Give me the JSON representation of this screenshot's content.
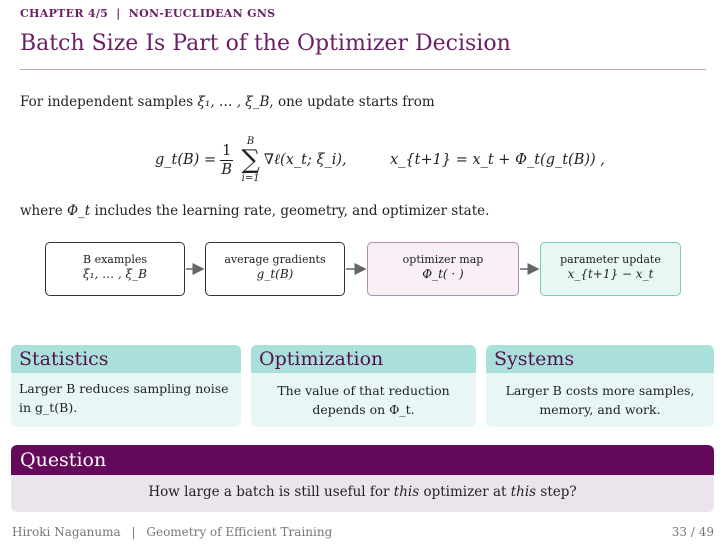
{
  "header": {
    "kicker_chapter": "CHAPTER 4/5",
    "kicker_separator": "|",
    "kicker_section": "NON-EUCLIDEAN GNS",
    "title": "Batch Size Is Part of the Optimizer Decision"
  },
  "intro": {
    "prefix": "For independent samples",
    "samples": "ξ₁, … , ξ_B",
    "suffix": ", one update starts from"
  },
  "equation": {
    "lhs": "g_t(B) =",
    "frac_num": "1",
    "frac_den": "B",
    "sum_upper": "B",
    "sum_lower": "i=1",
    "term": "∇ℓ(x_t; ξ_i),",
    "update": "x_{t+1} = x_t + Φ_t(g_t(B)) ,"
  },
  "where_line": {
    "prefix": "where",
    "symbol": "Φ_t",
    "suffix": "includes the learning rate, geometry, and optimizer state."
  },
  "pipeline": {
    "stages": [
      {
        "label": "B examples",
        "sub": "ξ₁, … , ξ_B"
      },
      {
        "label": "average gradients",
        "sub": "g_t(B)"
      },
      {
        "label": "optimizer map",
        "sub": "Φ_t( · )"
      },
      {
        "label": "parameter update",
        "sub": "x_{t+1} − x_t"
      }
    ],
    "colors": {
      "map_fill": "#f7eef6",
      "update_fill": "#e8f7f4",
      "arrow": "#666666"
    }
  },
  "cards": {
    "statistics": {
      "title": "Statistics",
      "body": "Larger B reduces sampling noise in g_t(B)."
    },
    "optimization": {
      "title": "Optimization",
      "body": "The value of that reduction depends on Φ_t."
    },
    "systems": {
      "title": "Systems",
      "body": "Larger B costs more samples, memory, and work."
    }
  },
  "question": {
    "title": "Question",
    "text_a": "How large a batch is still useful for",
    "em1": "this",
    "text_b": "optimizer at",
    "em2": "this",
    "text_c": "step?"
  },
  "footer": {
    "author": "Hiroki Naganuma",
    "separator": "|",
    "talk": "Geometry of Efficient Training",
    "page": "33 / 49"
  },
  "colors": {
    "accent": "#6a1f64",
    "card_header": "#a9e1da",
    "card_body": "#e8f7f5",
    "question_header": "#650a5a",
    "question_body": "#ece4ec"
  }
}
